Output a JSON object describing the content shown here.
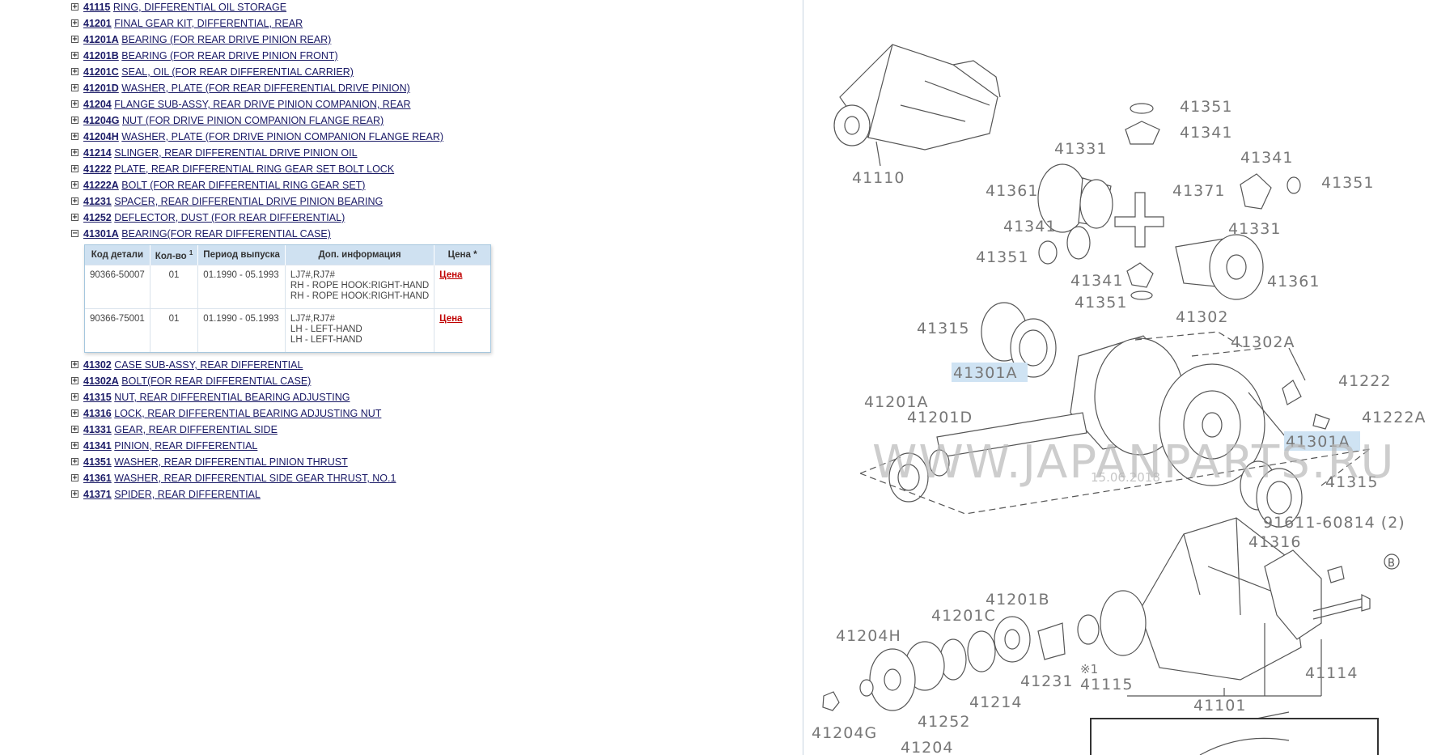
{
  "parts_list": {
    "items_before": [
      {
        "code": "41115",
        "name": "RING, DIFFERENTIAL OIL STORAGE"
      },
      {
        "code": "41201",
        "name": "FINAL GEAR KIT, DIFFERENTIAL, REAR"
      },
      {
        "code": "41201A",
        "name": "BEARING (FOR REAR DRIVE PINION REAR)"
      },
      {
        "code": "41201B",
        "name": "BEARING (FOR REAR DRIVE PINION FRONT)"
      },
      {
        "code": "41201C",
        "name": "SEAL, OIL (FOR REAR DIFFERENTIAL CARRIER)"
      },
      {
        "code": "41201D",
        "name": "WASHER, PLATE (FOR REAR DIFFERENTIAL DRIVE PINION)"
      },
      {
        "code": "41204",
        "name": "FLANGE SUB-ASSY, REAR DRIVE PINION COMPANION, REAR"
      },
      {
        "code": "41204G",
        "name": "NUT (FOR DRIVE PINION COMPANION FLANGE REAR)"
      },
      {
        "code": "41204H",
        "name": "WASHER, PLATE (FOR DRIVE PINION COMPANION FLANGE REAR)"
      },
      {
        "code": "41214",
        "name": "SLINGER, REAR DIFFERENTIAL DRIVE PINION OIL"
      },
      {
        "code": "41222",
        "name": "PLATE, REAR DIFFERENTIAL RING GEAR SET BOLT LOCK"
      },
      {
        "code": "41222A",
        "name": "BOLT (FOR REAR DIFFERENTIAL RING GEAR SET)"
      },
      {
        "code": "41231",
        "name": "SPACER, REAR DIFFERENTIAL DRIVE PINION BEARING"
      },
      {
        "code": "41252",
        "name": "DEFLECTOR, DUST (FOR REAR DIFFERENTIAL)"
      }
    ],
    "expanded_item": {
      "code": "41301A",
      "name": "BEARING(FOR REAR DIFFERENTIAL CASE)"
    },
    "items_after": [
      {
        "code": "41302",
        "name": "CASE SUB-ASSY, REAR DIFFERENTIAL"
      },
      {
        "code": "41302A",
        "name": "BOLT(FOR REAR DIFFERENTIAL CASE)"
      },
      {
        "code": "41315",
        "name": "NUT, REAR DIFFERENTIAL BEARING ADJUSTING"
      },
      {
        "code": "41316",
        "name": "LOCK, REAR DIFFERENTIAL BEARING ADJUSTING NUT"
      },
      {
        "code": "41331",
        "name": "GEAR, REAR DIFFERENTIAL SIDE"
      },
      {
        "code": "41341",
        "name": "PINION, REAR DIFFERENTIAL"
      },
      {
        "code": "41351",
        "name": "WASHER, REAR DIFFERENTIAL PINION THRUST"
      },
      {
        "code": "41361",
        "name": "WASHER, REAR DIFFERENTIAL SIDE GEAR THRUST, NO.1"
      },
      {
        "code": "41371",
        "name": "SPIDER, REAR DIFFERENTIAL"
      }
    ]
  },
  "parts_table": {
    "headers": {
      "code": "Код детали",
      "qty": "Кол-во",
      "qty_sup": "1",
      "period": "Период выпуска",
      "info": "Доп. информация",
      "price": "Цена *"
    },
    "rows": [
      {
        "code": "90366-50007",
        "qty": "01",
        "period": "01.1990 - 05.1993",
        "info1": "LJ7#,RJ7#",
        "info2": "RH - ROPE HOOK:RIGHT-HAND",
        "info3": "RH - ROPE HOOK:RIGHT-HAND",
        "price": "Цена"
      },
      {
        "code": "90366-75001",
        "qty": "01",
        "period": "01.1990 - 05.1993",
        "info1": "LJ7#,RJ7#",
        "info2": "LH - LEFT-HAND",
        "info3": "LH - LEFT-HAND",
        "price": "Цена"
      }
    ]
  },
  "diagram": {
    "watermark": "WWW.JAPANPARTS.RU",
    "date_stamp": "15.06.2018",
    "labels": {
      "l41110": "41110",
      "l41351a": "41351",
      "l41341a": "41341",
      "l41331a": "41331",
      "l41341b": "41341",
      "l41351b": "41351",
      "l41361a": "41361",
      "l41371": "41371",
      "l41341c": "41341",
      "l41331b": "41331",
      "l41351c": "41351",
      "l41361b": "41361",
      "l41341d": "41341",
      "l41351d": "41351",
      "l41315a": "41315",
      "l41302": "41302",
      "l41302a": "41302A",
      "l41301a_1": "41301A",
      "l41222": "41222",
      "l41201a": "41201A",
      "l41201d": "41201D",
      "l41222a": "41222A",
      "l41301a_2": "41301A",
      "l41315b": "41315",
      "l91611": "91611-60814 (2)",
      "l41316": "41316",
      "l_b": "B",
      "l41201b": "41201B",
      "l41201c": "41201C",
      "l41204h": "41204H",
      "l41231": "41231",
      "l41114": "41114",
      "l_mark": "※1",
      "l41115": "41115",
      "l41214": "41214",
      "l41252": "41252",
      "l41101": "41101",
      "l41204g": "41204G",
      "l41204": "41204"
    },
    "colors": {
      "line": "#555555",
      "label": "#777777",
      "highlight": "#cfe3f3",
      "watermark": "#b8b8b8"
    }
  }
}
